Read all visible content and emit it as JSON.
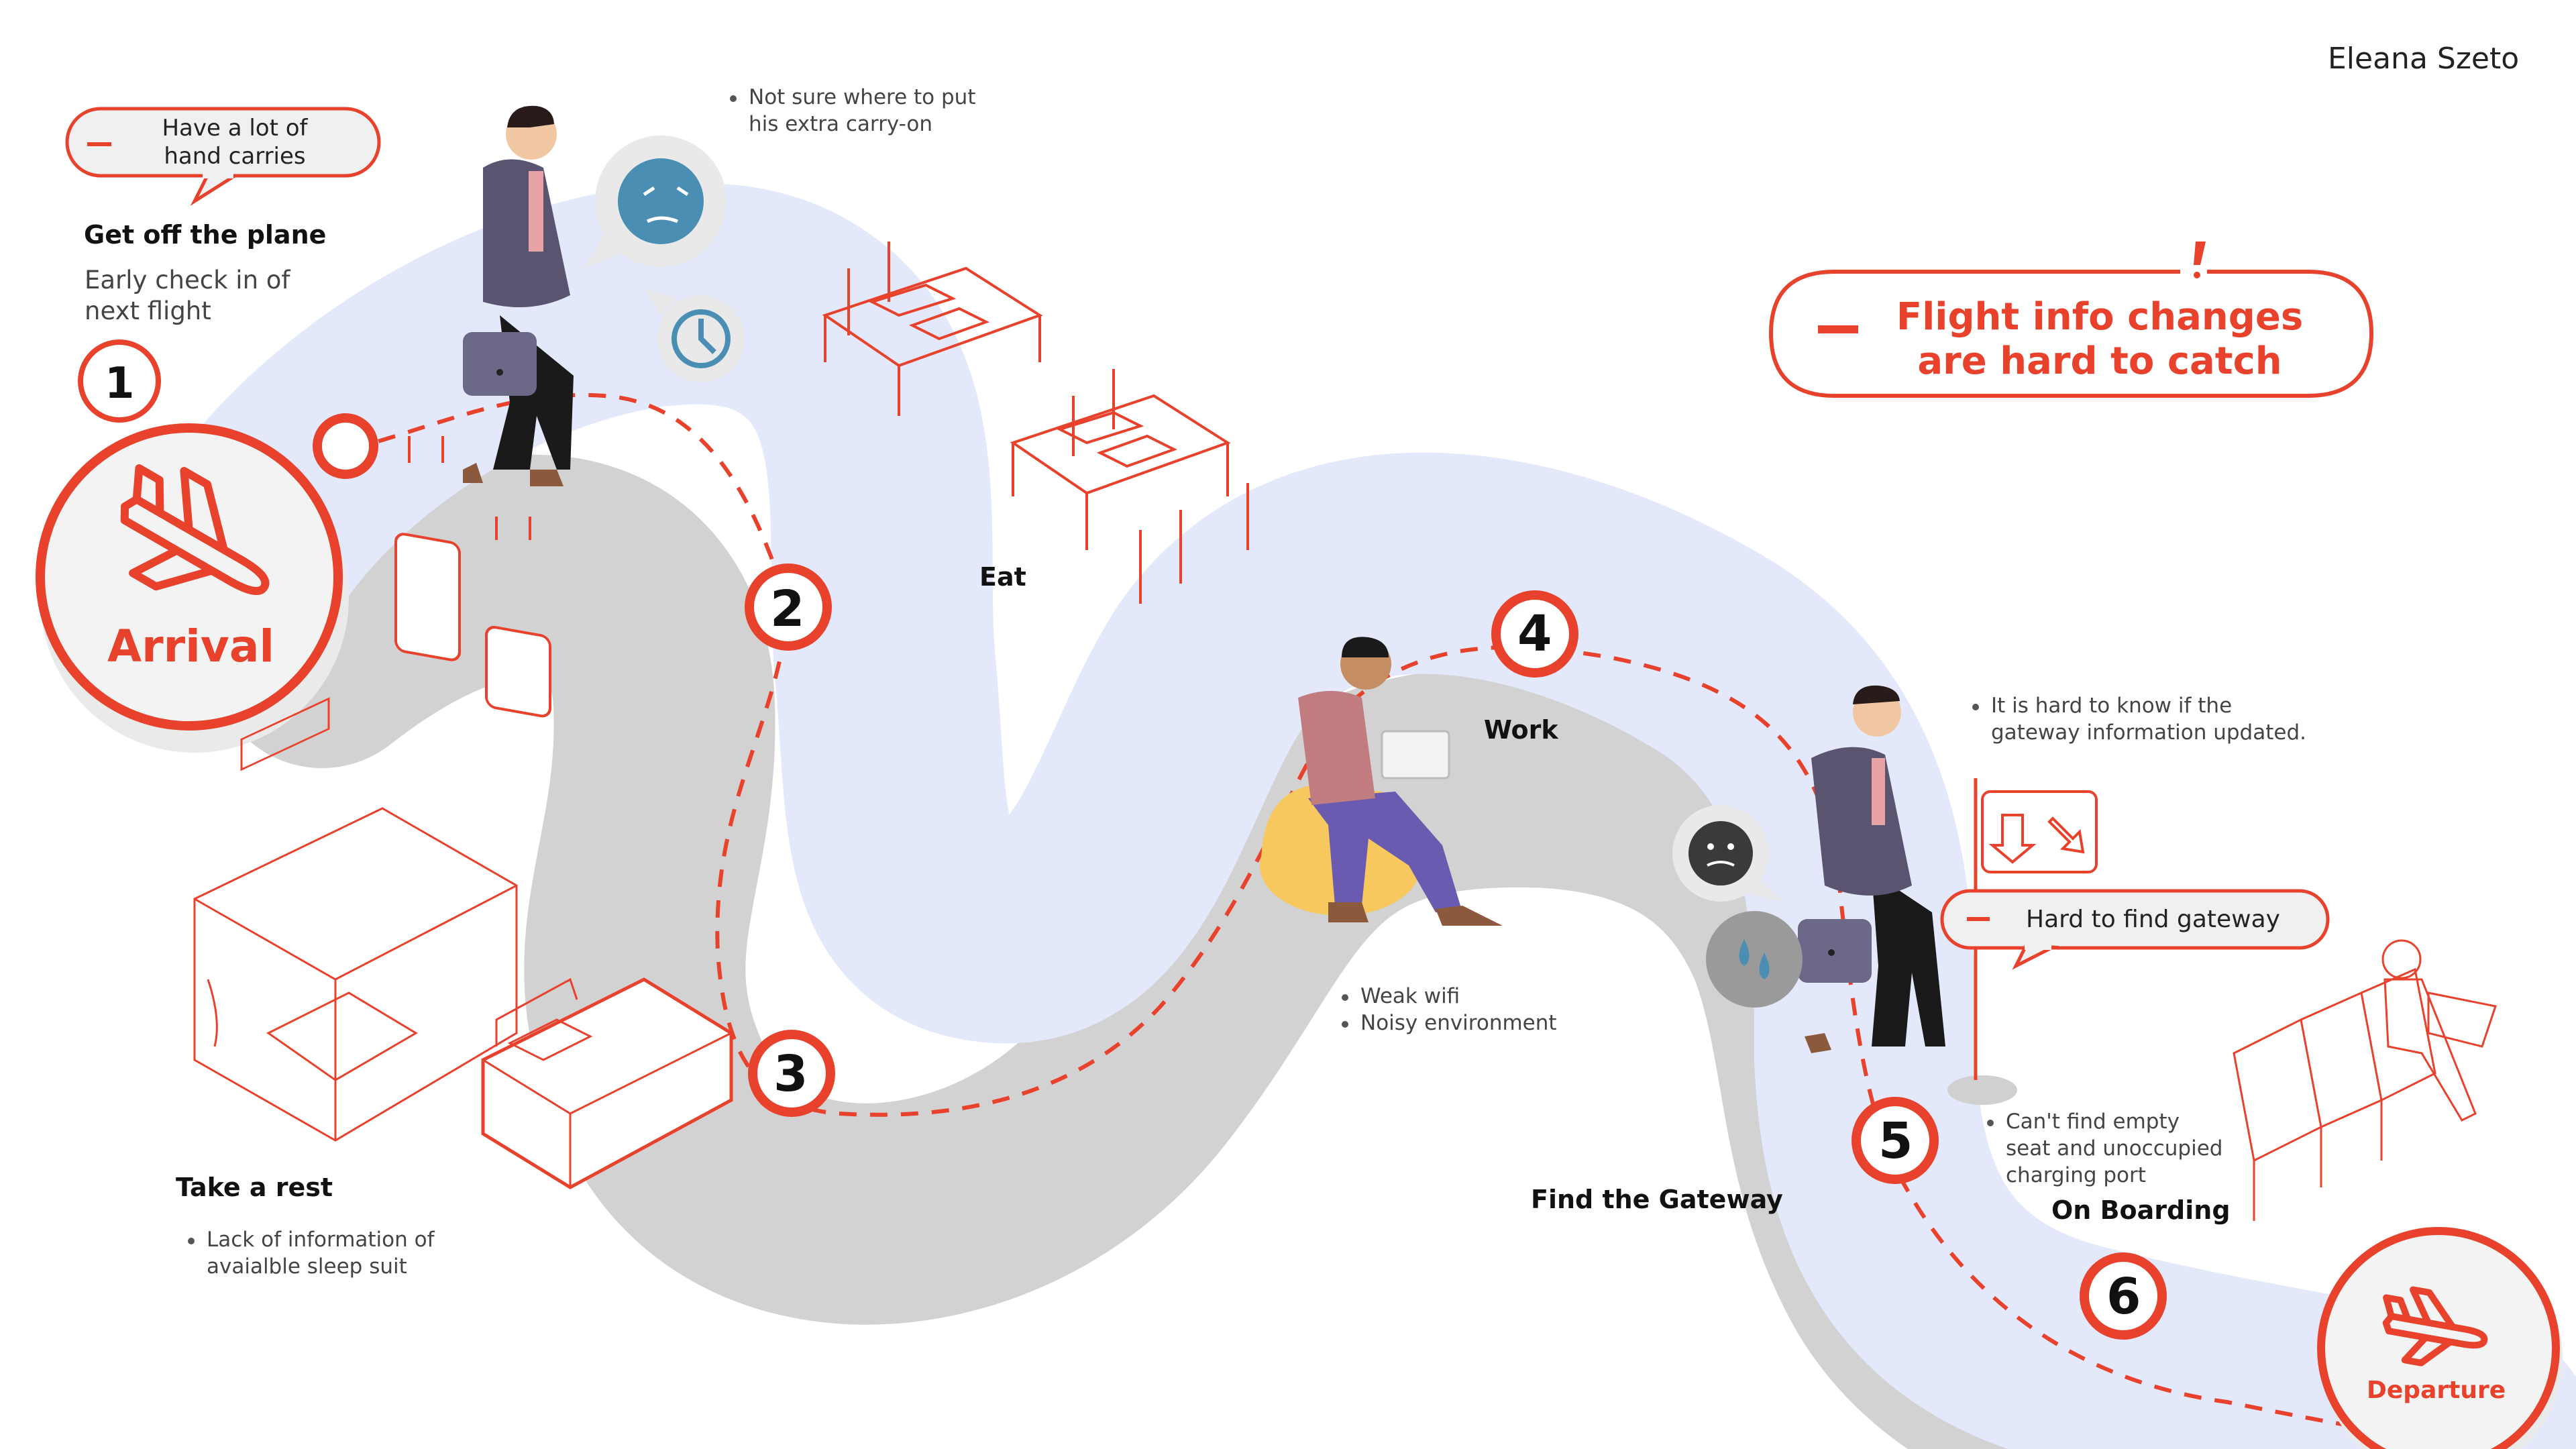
{
  "author": "Eleana Szeto",
  "stations": {
    "arrival": "Arrival",
    "departure": "Departure"
  },
  "steps": [
    {
      "number": "1",
      "title": "Get off the plane",
      "subtitle": "Early check in of next flight"
    },
    {
      "number": "2",
      "title": "Eat"
    },
    {
      "number": "3",
      "title": "Take a rest"
    },
    {
      "number": "4",
      "title": "Work"
    },
    {
      "number": "5",
      "title": "Find the Gateway"
    },
    {
      "number": "6",
      "title": "On Boarding"
    }
  ],
  "pain_points": {
    "hand_carries": "Have a lot of hand carries",
    "flight_info": "Flight info changes are hard to catch",
    "gateway": "Hard to find gateway",
    "minus": "–"
  },
  "notes": {
    "carry_on": [
      "Not sure where to put",
      "his extra carry-on"
    ],
    "rest": [
      "Lack of information of",
      "avaialble sleep suit"
    ],
    "work": [
      "Weak wifi",
      "Noisy environment"
    ],
    "gateway": [
      "It is hard to know if the",
      "gateway information updated."
    ],
    "boarding": [
      "Can't find empty",
      "seat and unoccupied",
      "charging port"
    ]
  },
  "colors": {
    "accent": "#e8412c",
    "path": "#e3e8fb",
    "path_shadow": "#d2d2d2",
    "jacket": "#5b5470",
    "bag": "#6c6888",
    "bubble": "#e9e9e9",
    "face_blue": "#4a8fb3",
    "seat_yellow": "#f7c85e"
  },
  "icons": [
    "airplane-icon",
    "clock-icon",
    "worried-face-icon",
    "sweat-drops-icon",
    "direction-sign-icon",
    "exclamation-icon"
  ]
}
